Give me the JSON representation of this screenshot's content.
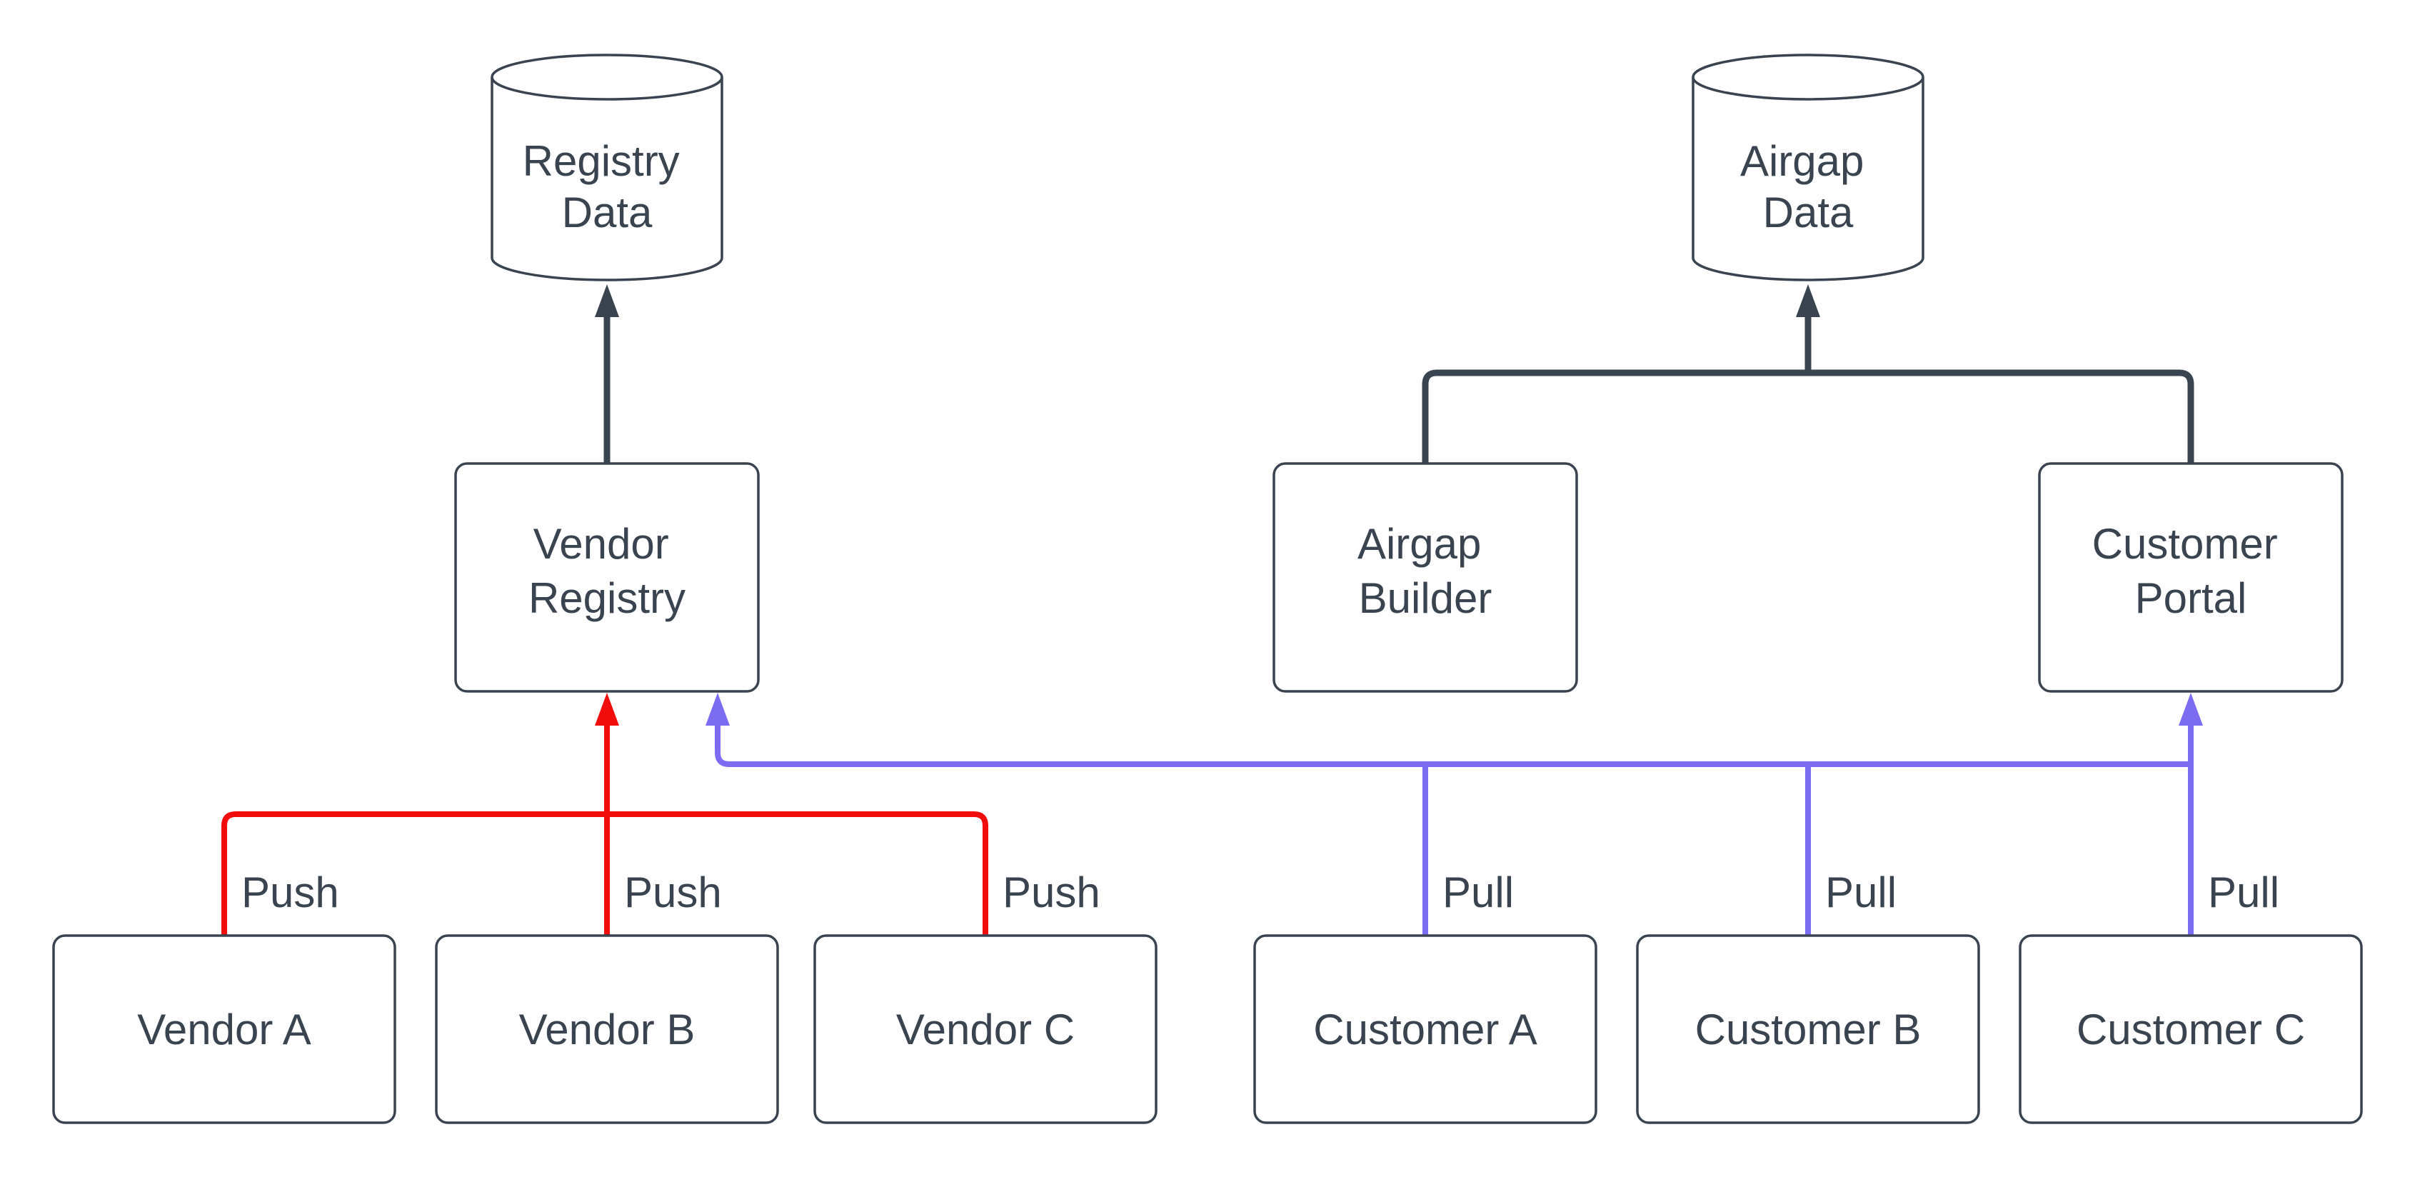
{
  "colors": {
    "stroke_dark": "#3a4451",
    "push_red": "#f20d0d",
    "pull_blue": "#7b6cf2",
    "background": "#ffffff"
  },
  "diagram": {
    "datastores": [
      {
        "name": "registry-data",
        "line1": "Registry",
        "line2": "Data"
      },
      {
        "name": "airgap-data",
        "line1": "Airgap",
        "line2": "Data"
      }
    ],
    "services": [
      {
        "name": "vendor-registry",
        "line1": "Vendor",
        "line2": "Registry"
      },
      {
        "name": "airgap-builder",
        "line1": "Airgap",
        "line2": "Builder"
      },
      {
        "name": "customer-portal",
        "line1": "Customer",
        "line2": "Portal"
      }
    ],
    "vendors": [
      {
        "name": "vendor-a",
        "label": "Vendor A",
        "edge_label": "Push"
      },
      {
        "name": "vendor-b",
        "label": "Vendor B",
        "edge_label": "Push"
      },
      {
        "name": "vendor-c",
        "label": "Vendor C",
        "edge_label": "Push"
      }
    ],
    "customers": [
      {
        "name": "customer-a",
        "label": "Customer A",
        "edge_label": "Pull"
      },
      {
        "name": "customer-b",
        "label": "Customer B",
        "edge_label": "Pull"
      },
      {
        "name": "customer-c",
        "label": "Customer C",
        "edge_label": "Pull"
      }
    ]
  }
}
